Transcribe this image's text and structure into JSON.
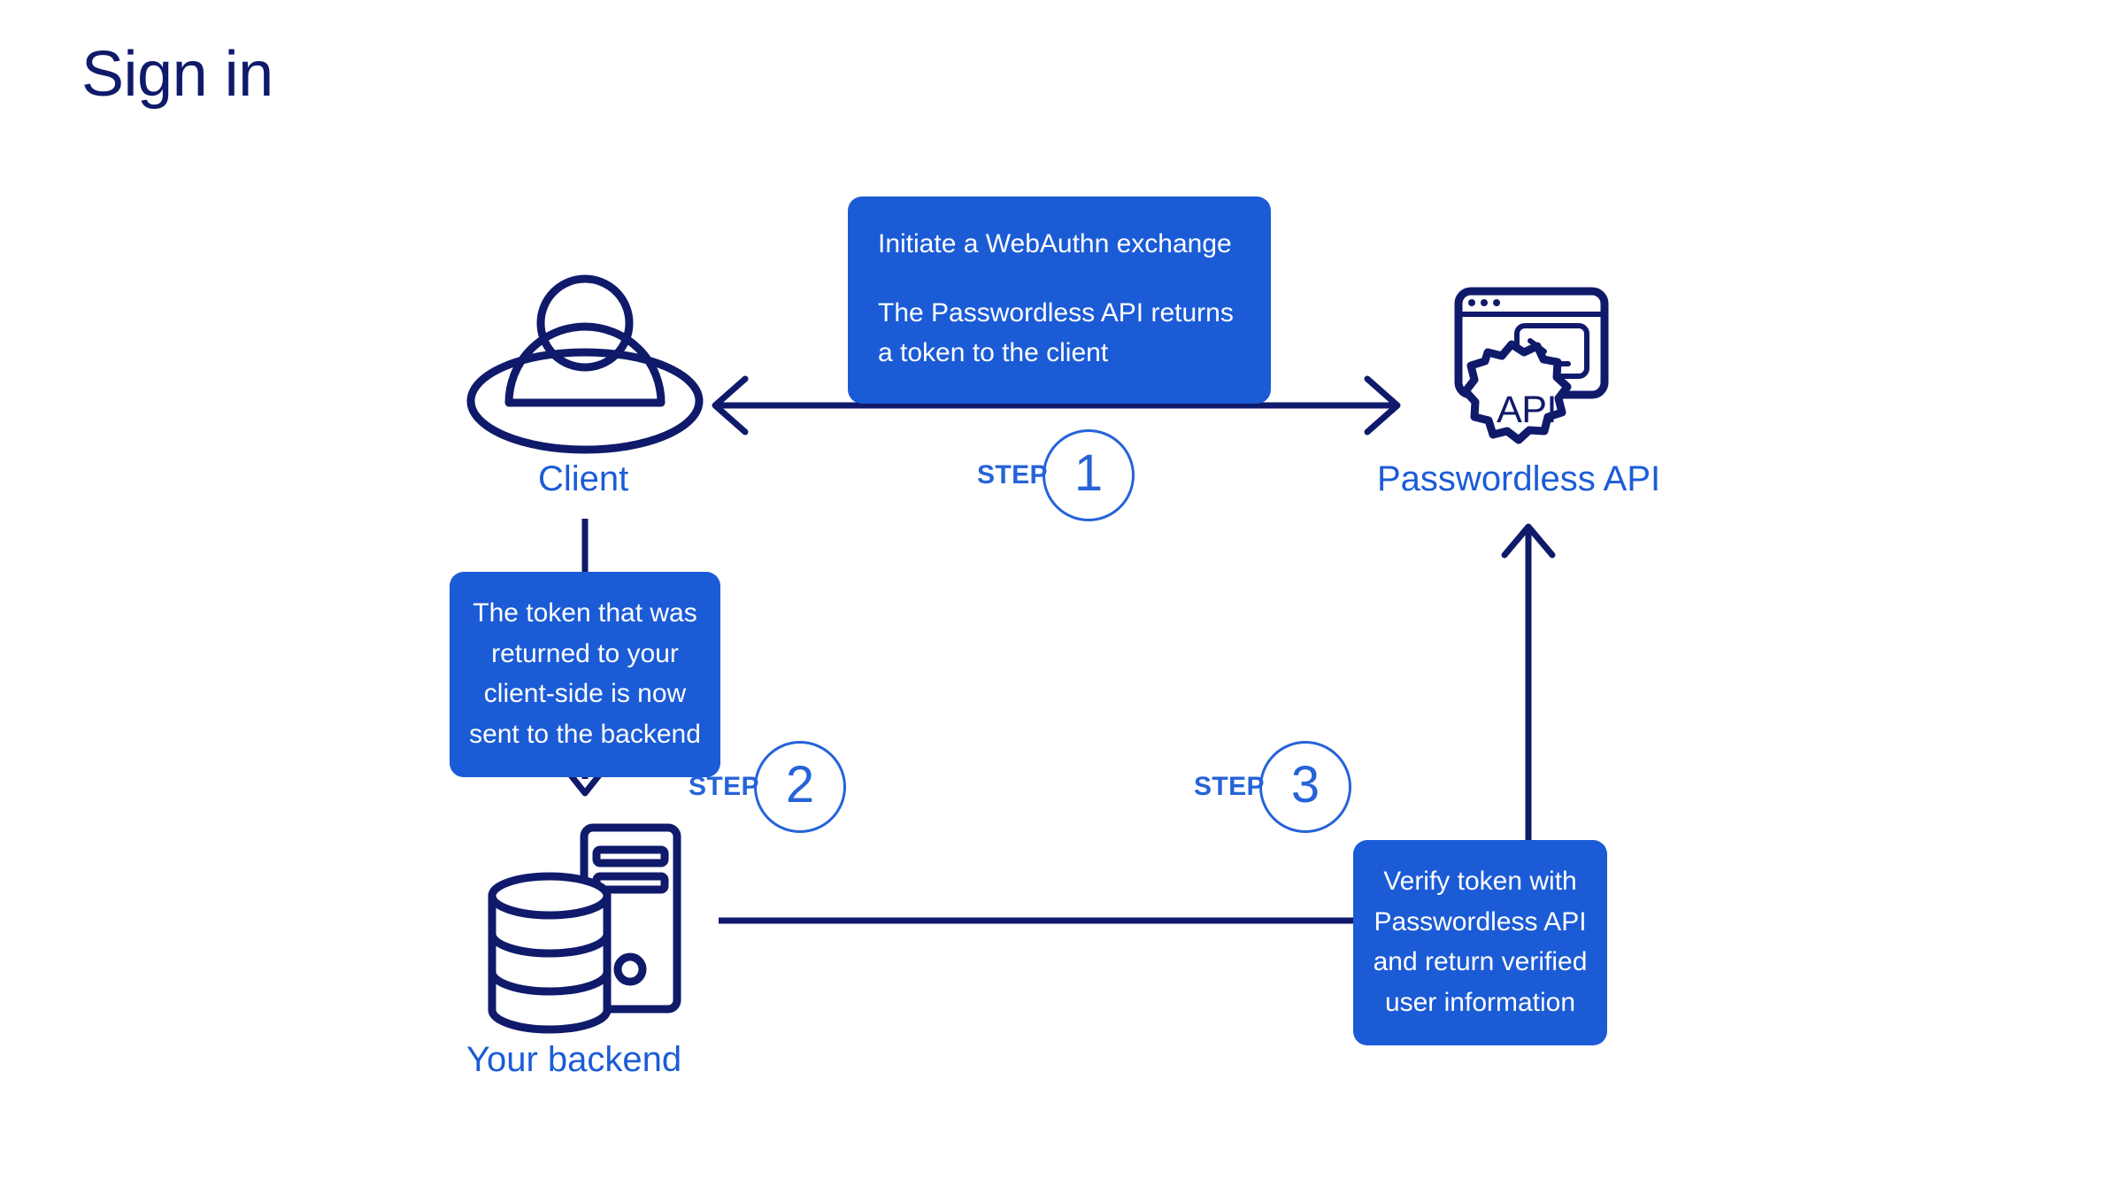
{
  "page": {
    "title": "Sign in",
    "background_color": "#ffffff"
  },
  "colors": {
    "navy": "#101a6b",
    "accent_blue": "#1b5cd7",
    "callout_blue": "#1b5bd6",
    "step_blue": "#2563d8",
    "white": "#ffffff"
  },
  "nodes": [
    {
      "id": "client",
      "label": "Client",
      "icon": "user-avatar-icon"
    },
    {
      "id": "passwordless-api",
      "label": "Passwordless API",
      "icon": "api-gear-terminal-icon",
      "gear_text": "API",
      "terminal_glyph": ">_"
    },
    {
      "id": "backend",
      "label": "Your backend",
      "icon": "server-database-icon"
    }
  ],
  "callouts": [
    {
      "id": "callout-1",
      "align": "left",
      "paragraphs": [
        "Initiate a WebAuthn exchange",
        "The Passwordless API returns a token to the client"
      ]
    },
    {
      "id": "callout-2",
      "align": "center",
      "paragraphs": [
        "The token that was returned to your client-side is now sent to the backend"
      ]
    },
    {
      "id": "callout-3",
      "align": "center",
      "paragraphs": [
        "Verify token with Passwordless API and return verified user information"
      ]
    }
  ],
  "steps": [
    {
      "id": "step-1",
      "word": "STEP",
      "number": "1"
    },
    {
      "id": "step-2",
      "word": "STEP",
      "number": "2"
    },
    {
      "id": "step-3",
      "word": "STEP",
      "number": "3"
    }
  ],
  "connectors": [
    {
      "id": "client-api-connector",
      "from": "client",
      "to": "passwordless-api",
      "direction": "bidirectional",
      "orientation": "horizontal"
    },
    {
      "id": "client-backend-connector",
      "from": "client",
      "to": "backend",
      "direction": "down",
      "orientation": "vertical"
    },
    {
      "id": "backend-callout3-connector",
      "from": "backend",
      "to": "callout-3",
      "direction": "none",
      "orientation": "horizontal"
    },
    {
      "id": "callout3-api-connector",
      "from": "callout-3",
      "to": "passwordless-api",
      "direction": "up",
      "orientation": "vertical"
    }
  ]
}
